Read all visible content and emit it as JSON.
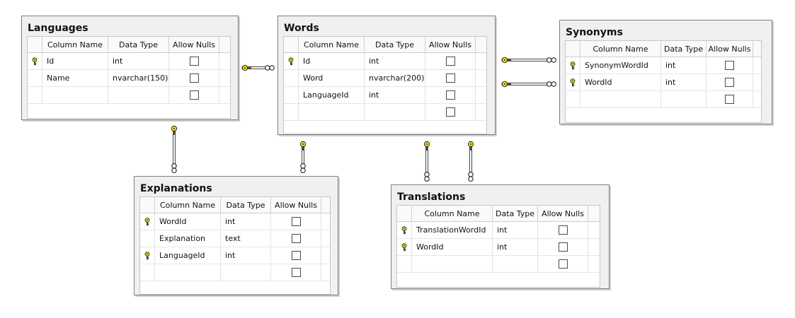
{
  "tables": {
    "languages": {
      "title": "Languages",
      "headers": {
        "name": "Column Name",
        "type": "Data Type",
        "nulls": "Allow Nulls"
      },
      "rows": [
        {
          "name": "Id",
          "type": "int",
          "pk": true
        },
        {
          "name": "Name",
          "type": "nvarchar(150)",
          "pk": false
        },
        {
          "name": "",
          "type": "",
          "pk": false
        }
      ]
    },
    "words": {
      "title": "Words",
      "headers": {
        "name": "Column Name",
        "type": "Data Type",
        "nulls": "Allow Nulls"
      },
      "rows": [
        {
          "name": "Id",
          "type": "int",
          "pk": true
        },
        {
          "name": "Word",
          "type": "nvarchar(200)",
          "pk": false
        },
        {
          "name": "LanguageId",
          "type": "int",
          "pk": false
        },
        {
          "name": "",
          "type": "",
          "pk": false
        }
      ]
    },
    "synonyms": {
      "title": "Synonyms",
      "headers": {
        "name": "Column Name",
        "type": "Data Type",
        "nulls": "Allow Nulls"
      },
      "rows": [
        {
          "name": "SynonymWordId",
          "type": "int",
          "pk": true
        },
        {
          "name": "WordId",
          "type": "int",
          "pk": true
        },
        {
          "name": "",
          "type": "",
          "pk": false
        }
      ]
    },
    "explanations": {
      "title": "Explanations",
      "headers": {
        "name": "Column Name",
        "type": "Data Type",
        "nulls": "Allow Nulls"
      },
      "rows": [
        {
          "name": "WordId",
          "type": "int",
          "pk": true
        },
        {
          "name": "Explanation",
          "type": "text",
          "pk": false
        },
        {
          "name": "LanguageId",
          "type": "int",
          "pk": true
        },
        {
          "name": "",
          "type": "",
          "pk": false
        }
      ]
    },
    "translations": {
      "title": "Translations",
      "headers": {
        "name": "Column Name",
        "type": "Data Type",
        "nulls": "Allow Nulls"
      },
      "rows": [
        {
          "name": "TranslationWordId",
          "type": "int",
          "pk": true
        },
        {
          "name": "WordId",
          "type": "int",
          "pk": true
        },
        {
          "name": "",
          "type": "",
          "pk": false
        }
      ]
    }
  },
  "relationships": [
    {
      "one": "languages",
      "many": "words"
    },
    {
      "one": "languages",
      "many": "explanations"
    },
    {
      "one": "words",
      "many": "explanations"
    },
    {
      "one": "words",
      "many": "synonyms"
    },
    {
      "one": "words",
      "many": "synonyms"
    },
    {
      "one": "words",
      "many": "translations"
    },
    {
      "one": "words",
      "many": "translations"
    }
  ],
  "colors": {
    "key_fill": "#f5e400",
    "key_stroke": "#222222",
    "line": "#444444"
  },
  "icons": {
    "primary_key": "key-icon",
    "relationship_one_end": "key-icon",
    "relationship_many_end": "infinity-icon"
  }
}
